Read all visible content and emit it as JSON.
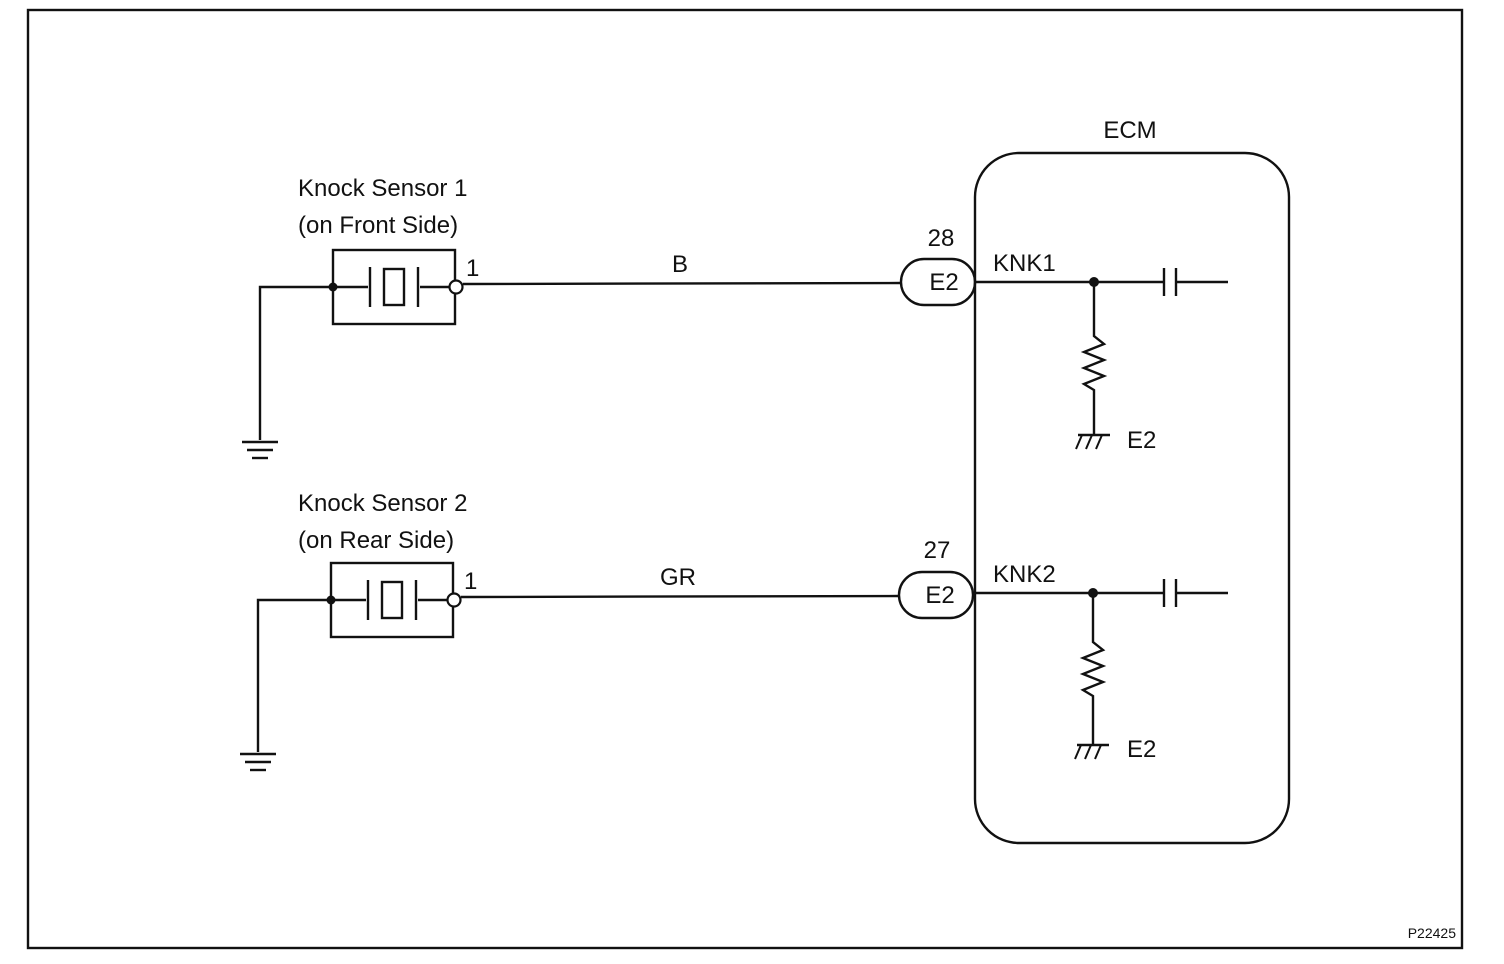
{
  "ecm": {
    "label": "ECM"
  },
  "sensor1": {
    "name": "Knock Sensor 1",
    "location": "(on Front Side)",
    "pin": "1",
    "wire_color": "B",
    "ecm_pin_number": "28",
    "connector": "E2",
    "ecm_terminal": "KNK1",
    "ground_label": "E2"
  },
  "sensor2": {
    "name": "Knock Sensor 2",
    "location": "(on Rear Side)",
    "pin": "1",
    "wire_color": "GR",
    "ecm_pin_number": "27",
    "connector": "E2",
    "ecm_terminal": "KNK2",
    "ground_label": "E2"
  },
  "figure_id": "P22425"
}
